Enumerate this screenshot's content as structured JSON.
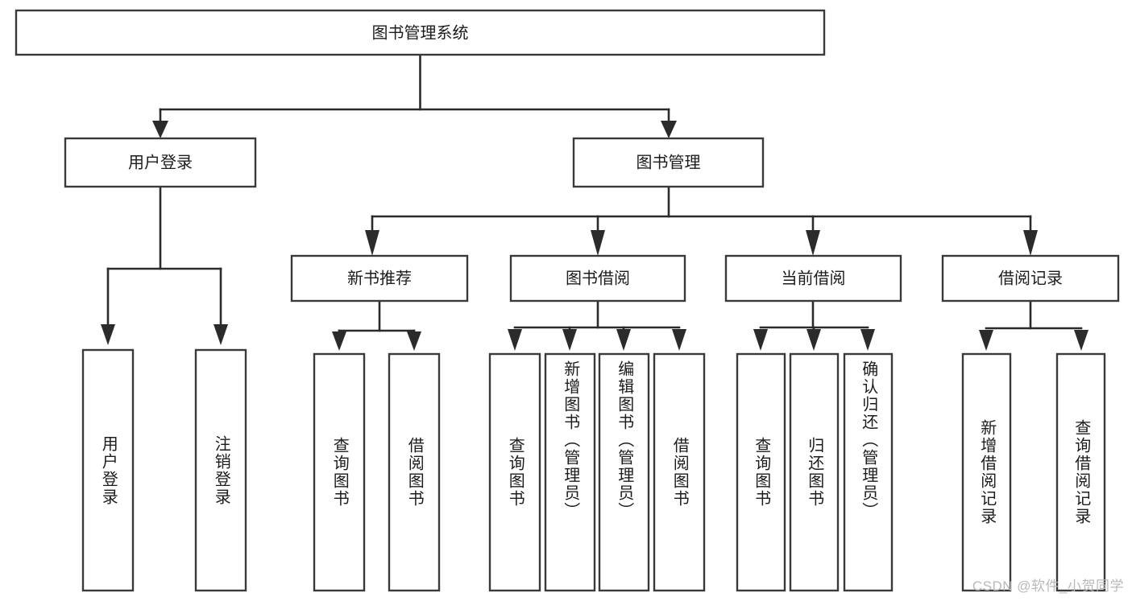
{
  "diagram": {
    "type": "tree",
    "title": "图书管理系统",
    "watermark": "CSDN @软件_小贺同学",
    "colors": {
      "box_stroke": "#3a3a3a",
      "box_fill": "#ffffff",
      "edge": "#2b2b2b",
      "text": "#1c1c1c",
      "watermark": "#b9b9b9",
      "background": "#ffffff"
    },
    "root": {
      "label": "图书管理系统",
      "orientation": "horizontal"
    },
    "level2": [
      {
        "label": "用户登录",
        "orientation": "horizontal"
      },
      {
        "label": "图书管理",
        "orientation": "horizontal"
      }
    ],
    "level3": [
      {
        "label": "新书推荐",
        "orientation": "horizontal",
        "parent": "图书管理"
      },
      {
        "label": "图书借阅",
        "orientation": "horizontal",
        "parent": "图书管理"
      },
      {
        "label": "当前借阅",
        "orientation": "horizontal",
        "parent": "图书管理"
      },
      {
        "label": "借阅记录",
        "orientation": "horizontal",
        "parent": "图书管理"
      }
    ],
    "leaves": {
      "用户登录": [
        {
          "label": "用户登录",
          "orientation": "vertical"
        },
        {
          "label": "注销登录",
          "orientation": "vertical"
        }
      ],
      "新书推荐": [
        {
          "label": "查询图书",
          "orientation": "vertical"
        },
        {
          "label": "借阅图书",
          "orientation": "vertical"
        }
      ],
      "图书借阅": [
        {
          "label": "查询图书",
          "orientation": "vertical"
        },
        {
          "label": "新增图书（管理员）",
          "orientation": "vertical"
        },
        {
          "label": "编辑图书（管理员）",
          "orientation": "vertical"
        },
        {
          "label": "借阅图书",
          "orientation": "vertical"
        }
      ],
      "当前借阅": [
        {
          "label": "查询图书",
          "orientation": "vertical"
        },
        {
          "label": "归还图书",
          "orientation": "vertical"
        },
        {
          "label": "确认归还（管理员）",
          "orientation": "vertical"
        }
      ],
      "借阅记录": [
        {
          "label": "新增借阅记录",
          "orientation": "vertical"
        },
        {
          "label": "查询借阅记录",
          "orientation": "vertical"
        }
      ]
    },
    "labels": {
      "root_title": "图书管理系统",
      "n_user_login": "用户登录",
      "n_book_mgmt": "图书管理",
      "n_new_book_rec": "新书推荐",
      "n_book_borrow": "图书借阅",
      "n_current_borrow": "当前借阅",
      "n_borrow_record": "借阅记录",
      "l_user_login": "用户登录",
      "l_logout": "注销登录",
      "l_query_book_1": "查询图书",
      "l_borrow_book_1": "借阅图书",
      "l_query_book_2": "查询图书",
      "l_add_book_admin": "新增图书（管理员）",
      "l_edit_book_admin": "编辑图书（管理员）",
      "l_borrow_book_2": "借阅图书",
      "l_query_book_3": "查询图书",
      "l_return_book": "归还图书",
      "l_confirm_return_admin": "确认归还（管理员）",
      "l_add_borrow_record": "新增借阅记录",
      "l_query_borrow_record": "查询借阅记录"
    }
  }
}
